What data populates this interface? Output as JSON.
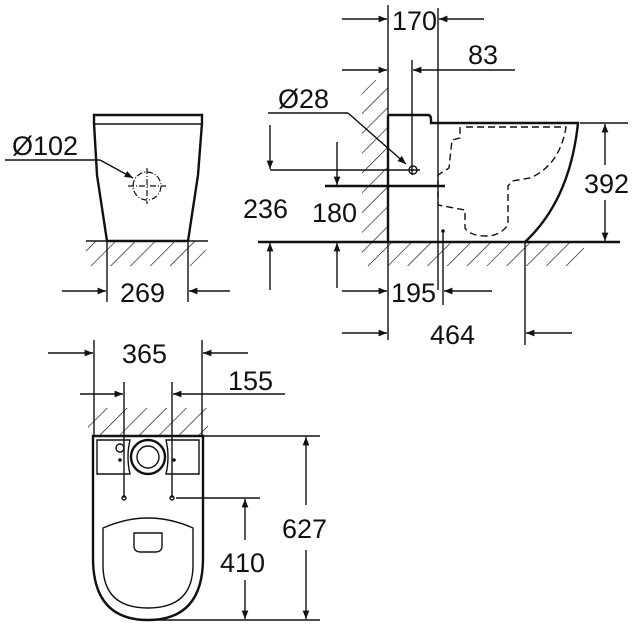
{
  "drawing": {
    "type": "technical-dimension-drawing",
    "subject": "floor-standing toilet",
    "units": "mm",
    "front_view": {
      "labels": {
        "outlet_diameter": "Ø102",
        "base_width": "269"
      }
    },
    "side_view": {
      "labels": {
        "tank_depth": "170",
        "inlet_offset": "83",
        "inlet_diameter": "Ø28",
        "inlet_height_a": "236",
        "inlet_height_b": "180",
        "total_height": "392",
        "outlet_distance": "195",
        "base_depth": "464"
      }
    },
    "top_view": {
      "labels": {
        "total_width": "365",
        "fixing_spacing": "155",
        "total_length": "627",
        "fixing_to_front": "410"
      }
    }
  }
}
